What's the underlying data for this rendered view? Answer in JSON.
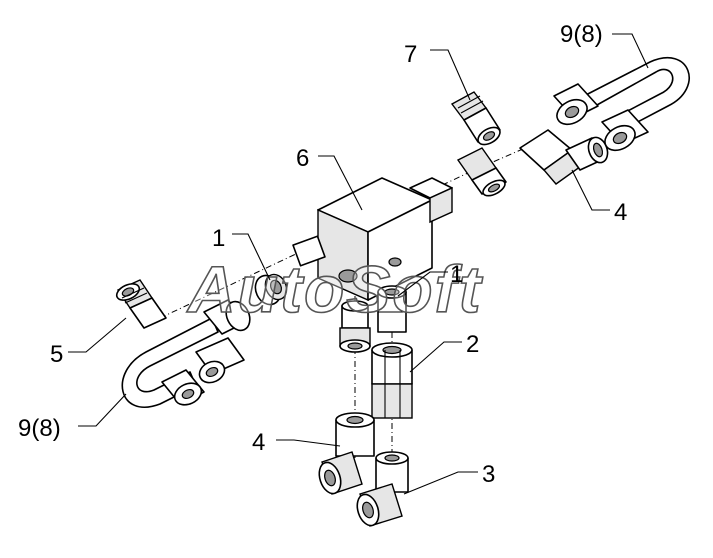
{
  "diagram": {
    "callouts": {
      "c7": "7",
      "c9_top": "9(8)",
      "c6": "6",
      "c4_right": "4",
      "c1_left": "1",
      "c1_right": "1",
      "c5": "5",
      "c2": "2",
      "c9_bottom": "9(8)",
      "c4_bottom": "4",
      "c3": "3"
    },
    "watermark": "AutoSoft",
    "colors": {
      "line": "#000000",
      "fill": "#ffffff",
      "shade": "#e6e6e6"
    }
  }
}
